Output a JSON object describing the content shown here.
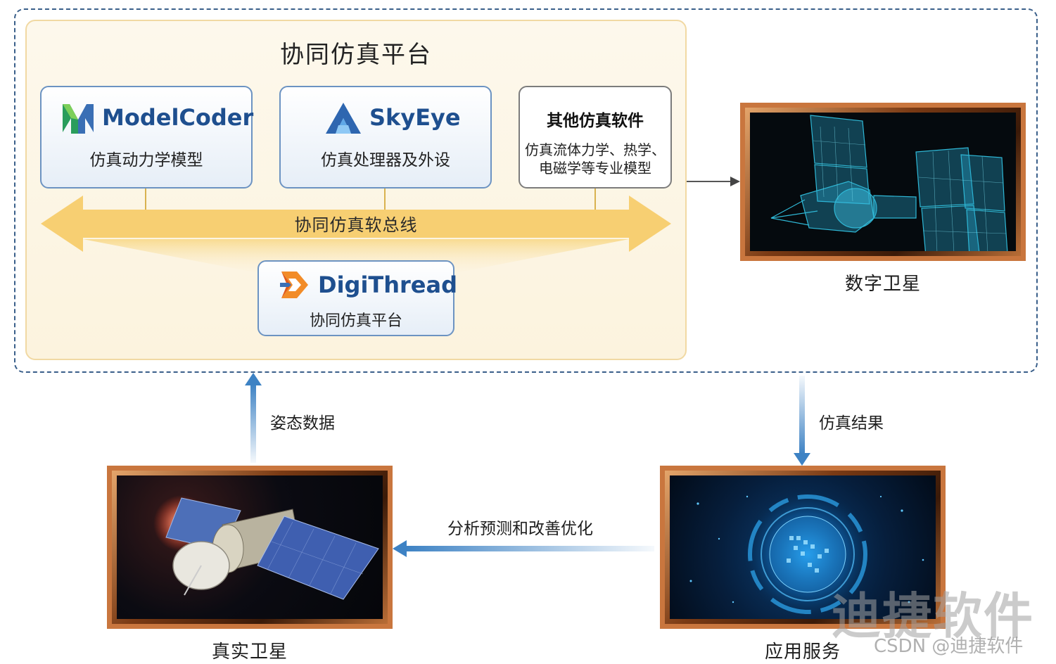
{
  "platform": {
    "title": "协同仿真平台"
  },
  "modules": {
    "modelcoder": {
      "name": "ModelCoder",
      "subtitle": "仿真动力学模型"
    },
    "skyeye": {
      "name": "SkyEye",
      "subtitle": "仿真处理器及外设"
    },
    "other": {
      "title": "其他仿真软件",
      "desc_line1": "仿真流体力学、热学、",
      "desc_line2": "电磁学等专业模型"
    },
    "digithread": {
      "name": "DigiThread",
      "subtitle": "协同仿真平台"
    }
  },
  "bus": {
    "label": "协同仿真软总线"
  },
  "nodes": {
    "digital_satellite": "数字卫星",
    "real_satellite": "真实卫星",
    "app_service": "应用服务"
  },
  "flows": {
    "attitude_data": "姿态数据",
    "sim_result": "仿真结果",
    "analysis": "分析预测和改善优化"
  },
  "watermarks": {
    "big": "迪捷软件",
    "small": "CSDN @迪捷软件"
  },
  "colors": {
    "brand_blue": "#1e4f8f",
    "bus_yellow": "#f7cf72",
    "frame_orange": "#c9763e",
    "arrow_blue": "#3d82c4"
  }
}
